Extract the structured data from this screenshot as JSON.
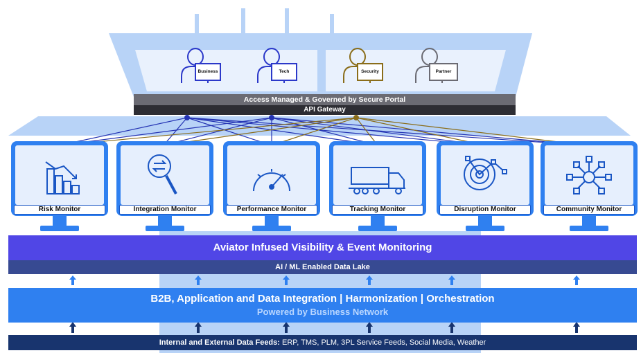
{
  "users": [
    {
      "name": "user-business",
      "label": "Business",
      "color": "#2b38c9"
    },
    {
      "name": "user-tech",
      "label": "Tech",
      "color": "#2b38c9"
    },
    {
      "name": "user-security",
      "label": "Security",
      "color": "#8a6d1a"
    },
    {
      "name": "user-partner",
      "label": "Partner",
      "color": "#6b6b73"
    }
  ],
  "gateway": {
    "title": "Access Managed & Governed by Secure Portal",
    "subtitle": "API Gateway"
  },
  "monitors": [
    {
      "label": "Risk Monitor",
      "icon": "risk-chart-icon"
    },
    {
      "label": "Integration Monitor",
      "icon": "integration-magnifier-icon"
    },
    {
      "label": "Performance Monitor",
      "icon": "speedometer-icon"
    },
    {
      "label": "Tracking Monitor",
      "icon": "truck-icon"
    },
    {
      "label": "Disruption Monitor",
      "icon": "radar-icon"
    },
    {
      "label": "Community Monitor",
      "icon": "network-hub-icon"
    }
  ],
  "aviator_band": "Aviator Infused Visibility & Event Monitoring",
  "datalake_band": "AI / ML Enabled Data Lake",
  "integration_band": {
    "title": "B2B, Application and Data Integration | Harmonization | Orchestration",
    "subtitle": "Powered by Business Network"
  },
  "feeds_band": {
    "label": "Internal and External Data Feeds:",
    "items": "ERP, TMS, PLM, 3PL Service Feeds, Social Media, Weather"
  },
  "colors": {
    "monitor_blue": "#2f80f0",
    "aviator": "#5046e6",
    "datalake": "#374a92",
    "feeds": "#18346e",
    "gateway": "#6b6b73"
  }
}
